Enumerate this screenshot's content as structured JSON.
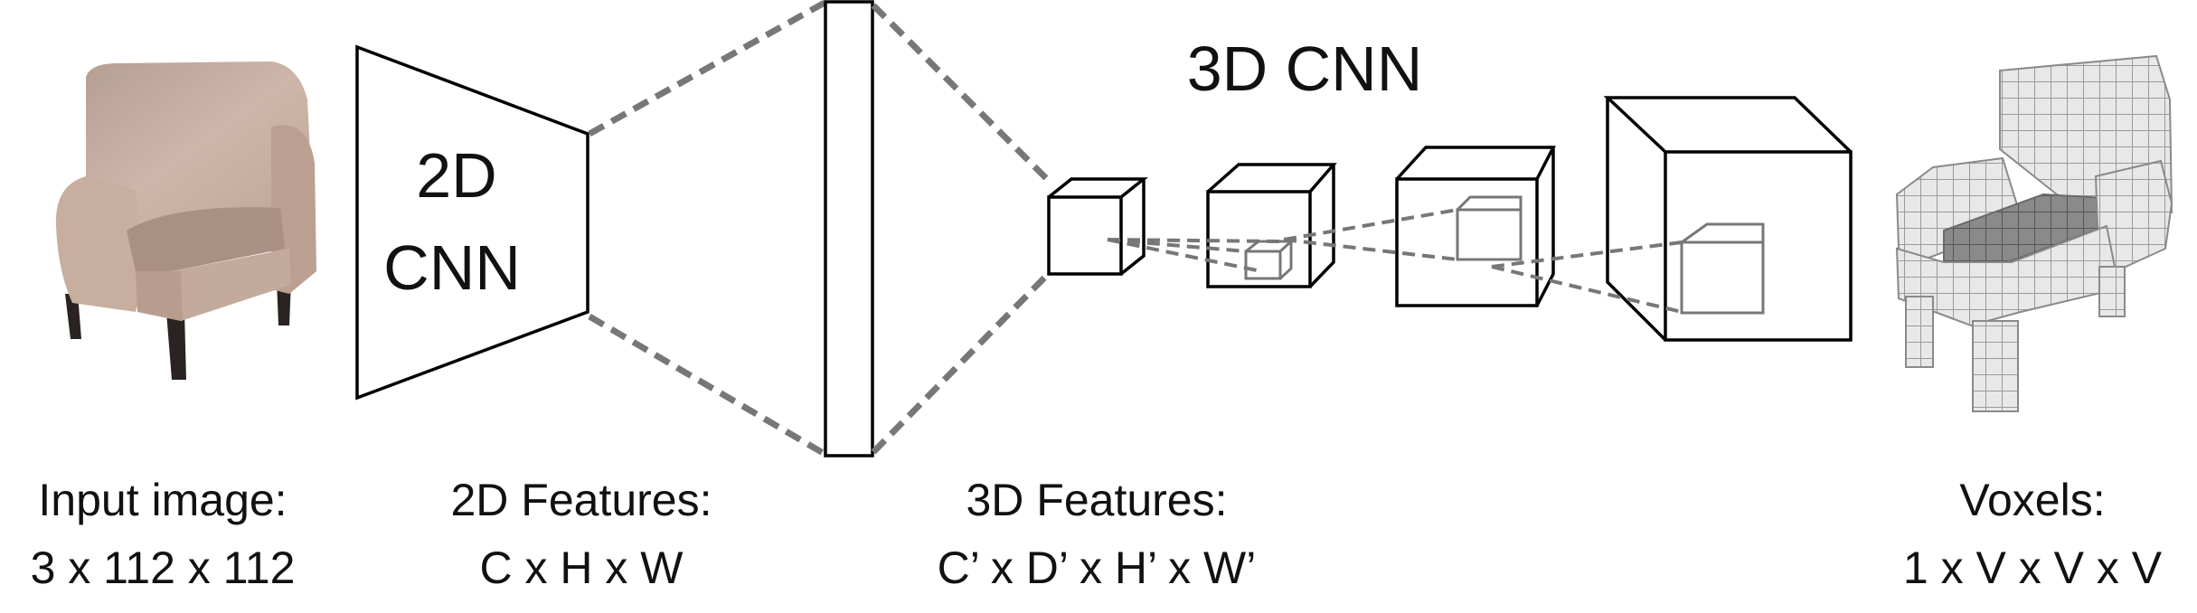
{
  "diagram": {
    "cnn2d_label_line1": "2D",
    "cnn2d_label_line2": "CNN",
    "cnn3d_label": "3D CNN",
    "captions": {
      "input_line1": "Input image:",
      "input_line2": "3 x 112 x 112",
      "features2d_line1": "2D Features:",
      "features2d_line2": "C x H x W",
      "features3d_line1": "3D Features:",
      "features3d_line2": "C’ x D’ x H’ x W’",
      "voxels_line1": "Voxels:",
      "voxels_line2": "1 x V x V x V"
    },
    "colors": {
      "armchair": "#c9b1a4",
      "chair_legs": "#2a2322",
      "voxel_fill": "#e6e6e6",
      "voxel_edge": "#9a9a9a",
      "dashed_connector": "#777777",
      "outline": "#000000"
    }
  }
}
